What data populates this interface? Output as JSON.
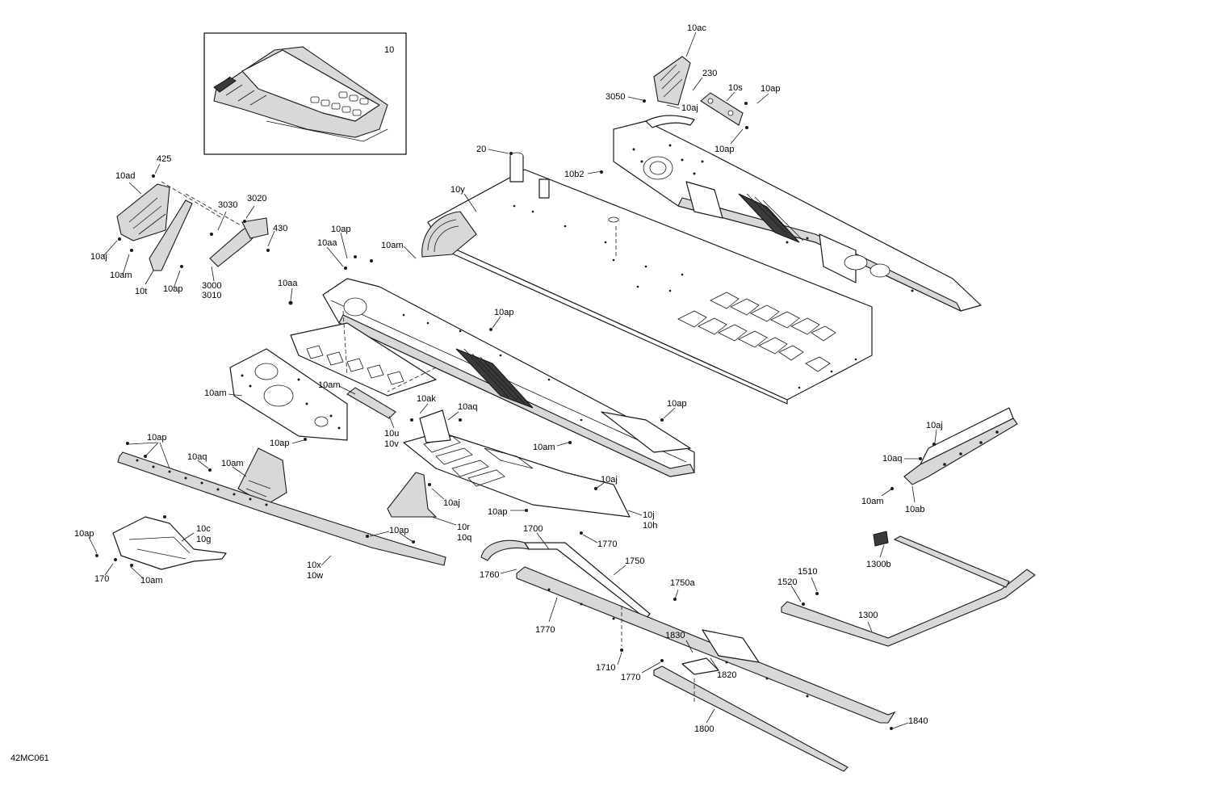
{
  "figure_ref": "42MC061",
  "inset_label": "10",
  "callouts": [
    {
      "id": "c-10ac",
      "text": "10ac"
    },
    {
      "id": "c-230",
      "text": "230"
    },
    {
      "id": "c-10s",
      "text": "10s"
    },
    {
      "id": "c-10ap-a",
      "text": "10ap"
    },
    {
      "id": "c-3050",
      "text": "3050"
    },
    {
      "id": "c-10aj-a",
      "text": "10aj"
    },
    {
      "id": "c-10ap-b",
      "text": "10ap"
    },
    {
      "id": "c-20",
      "text": "20"
    },
    {
      "id": "c-10b2",
      "text": "10b2"
    },
    {
      "id": "c-10y",
      "text": "10y"
    },
    {
      "id": "c-425",
      "text": "425"
    },
    {
      "id": "c-10ad",
      "text": "10ad"
    },
    {
      "id": "c-3030",
      "text": "3030"
    },
    {
      "id": "c-3020",
      "text": "3020"
    },
    {
      "id": "c-430",
      "text": "430"
    },
    {
      "id": "c-10aj-b",
      "text": "10aj"
    },
    {
      "id": "c-10am-a",
      "text": "10am"
    },
    {
      "id": "c-10t",
      "text": "10t"
    },
    {
      "id": "c-10ap-c",
      "text": "10ap"
    },
    {
      "id": "c-3000",
      "text": "3000"
    },
    {
      "id": "c-3010",
      "text": "3010"
    },
    {
      "id": "c-10ap-d",
      "text": "10ap"
    },
    {
      "id": "c-10aa-a",
      "text": "10aa"
    },
    {
      "id": "c-10am-b",
      "text": "10am"
    },
    {
      "id": "c-10aa-b",
      "text": "10aa"
    },
    {
      "id": "c-10ap-e",
      "text": "10ap"
    },
    {
      "id": "c-10am-c",
      "text": "10am"
    },
    {
      "id": "c-10am-d",
      "text": "10am"
    },
    {
      "id": "c-10ak",
      "text": "10ak"
    },
    {
      "id": "c-10aq-a",
      "text": "10aq"
    },
    {
      "id": "c-10ap-f",
      "text": "10ap"
    },
    {
      "id": "c-10u",
      "text": "10u"
    },
    {
      "id": "c-10v",
      "text": "10v"
    },
    {
      "id": "c-10ap-g",
      "text": "10ap"
    },
    {
      "id": "c-10am-e",
      "text": "10am"
    },
    {
      "id": "c-10ap-h",
      "text": "10ap"
    },
    {
      "id": "c-10aq-b",
      "text": "10aq"
    },
    {
      "id": "c-10am-f",
      "text": "10am"
    },
    {
      "id": "c-10aj-c",
      "text": "10aj"
    },
    {
      "id": "c-10aj-d",
      "text": "10aj"
    },
    {
      "id": "c-10ap-i",
      "text": "10ap"
    },
    {
      "id": "c-10j",
      "text": "10j"
    },
    {
      "id": "c-10h",
      "text": "10h"
    },
    {
      "id": "c-10r",
      "text": "10r"
    },
    {
      "id": "c-10q",
      "text": "10q"
    },
    {
      "id": "c-10ap-j",
      "text": "10ap"
    },
    {
      "id": "c-10c",
      "text": "10c"
    },
    {
      "id": "c-10g",
      "text": "10g"
    },
    {
      "id": "c-10ap-k",
      "text": "10ap"
    },
    {
      "id": "c-170",
      "text": "170"
    },
    {
      "id": "c-10am-g",
      "text": "10am"
    },
    {
      "id": "c-10x",
      "text": "10x"
    },
    {
      "id": "c-10w",
      "text": "10w"
    },
    {
      "id": "c-10aj-e",
      "text": "10aj"
    },
    {
      "id": "c-10aq-c",
      "text": "10aq"
    },
    {
      "id": "c-10am-h",
      "text": "10am"
    },
    {
      "id": "c-10ab",
      "text": "10ab"
    },
    {
      "id": "c-1700",
      "text": "1700"
    },
    {
      "id": "c-1770-a",
      "text": "1770"
    },
    {
      "id": "c-1750",
      "text": "1750"
    },
    {
      "id": "c-1760",
      "text": "1760"
    },
    {
      "id": "c-1750a",
      "text": "1750a"
    },
    {
      "id": "c-1770-b",
      "text": "1770"
    },
    {
      "id": "c-1830",
      "text": "1830"
    },
    {
      "id": "c-1710",
      "text": "1710"
    },
    {
      "id": "c-1770-c",
      "text": "1770"
    },
    {
      "id": "c-1820",
      "text": "1820"
    },
    {
      "id": "c-1800",
      "text": "1800"
    },
    {
      "id": "c-1840",
      "text": "1840"
    },
    {
      "id": "c-1300b",
      "text": "1300b"
    },
    {
      "id": "c-1510",
      "text": "1510"
    },
    {
      "id": "c-1520",
      "text": "1520"
    },
    {
      "id": "c-1300",
      "text": "1300"
    }
  ]
}
